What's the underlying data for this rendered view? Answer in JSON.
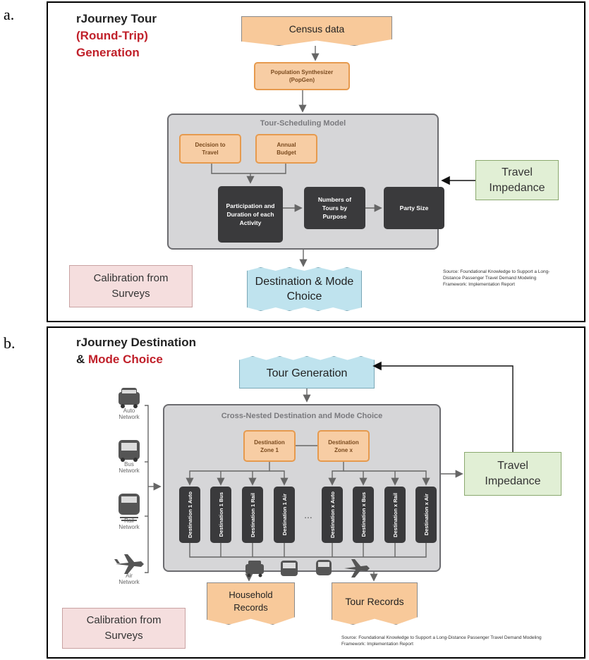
{
  "panel_a": {
    "letter": "a.",
    "title_line1": "rJourney Tour",
    "title_line2": "(Round-Trip)",
    "title_line3": "Generation",
    "census": "Census data",
    "popsynth_line1": "Population Synthesizer",
    "popsynth_line2": "(PopGen)",
    "tour_model_title": "Tour-Scheduling Model",
    "decision": "Decision to Travel",
    "budget": "Annual Budget",
    "participation": "Participation and Duration of each Activity",
    "numbers": "Numbers of Tours by Purpose",
    "party": "Party Size",
    "impedance": "Travel Impedance",
    "destination": "Destination & Mode Choice",
    "calibration": "Calibration from Surveys",
    "source": "Source: Foundational Knowledge to Support a Long-Distance Passenger Travel Demand Modeling Framework: Implementation Report"
  },
  "panel_b": {
    "letter": "b.",
    "title_line1": "rJourney Destination",
    "title_line2_black": "& ",
    "title_line2_red": "Mode Choice",
    "tour_gen": "Tour Generation",
    "cross_nested_title": "Cross-Nested Destination and Mode Choice",
    "zone1": "Destination Zone 1",
    "zonex": "Destination Zone x",
    "modes": [
      {
        "label": "Auto Network",
        "icon": "car-icon"
      },
      {
        "label": "Bus Network",
        "icon": "bus-icon"
      },
      {
        "label": "Rail Network",
        "icon": "train-icon"
      },
      {
        "label": "Air Network",
        "icon": "airplane-icon"
      }
    ],
    "towers": [
      "Destination 1 Auto",
      "Destination 1 Bus",
      "Destination 1 Rail",
      "Destination 1 Air",
      "Destination x Auto",
      "Destination x Bus",
      "Destination x Rail",
      "Destination x Air"
    ],
    "ellipsis": "...",
    "impedance": "Travel Impedance",
    "household": "Household Records",
    "tour_records": "Tour Records",
    "calibration": "Calibration from Surveys",
    "source": "Source: Foundational Knowledge to Support a Long-Distance Passenger Travel Demand Modeling Framework: Implementation Report"
  },
  "colors": {
    "orange_fill": "#f7cda4",
    "dark_box": "#3a3a3c",
    "green_fill": "#e1efd5",
    "pink_fill": "#f5dede",
    "blue_fill": "#bfe3ee",
    "red_text": "#c0202a"
  }
}
